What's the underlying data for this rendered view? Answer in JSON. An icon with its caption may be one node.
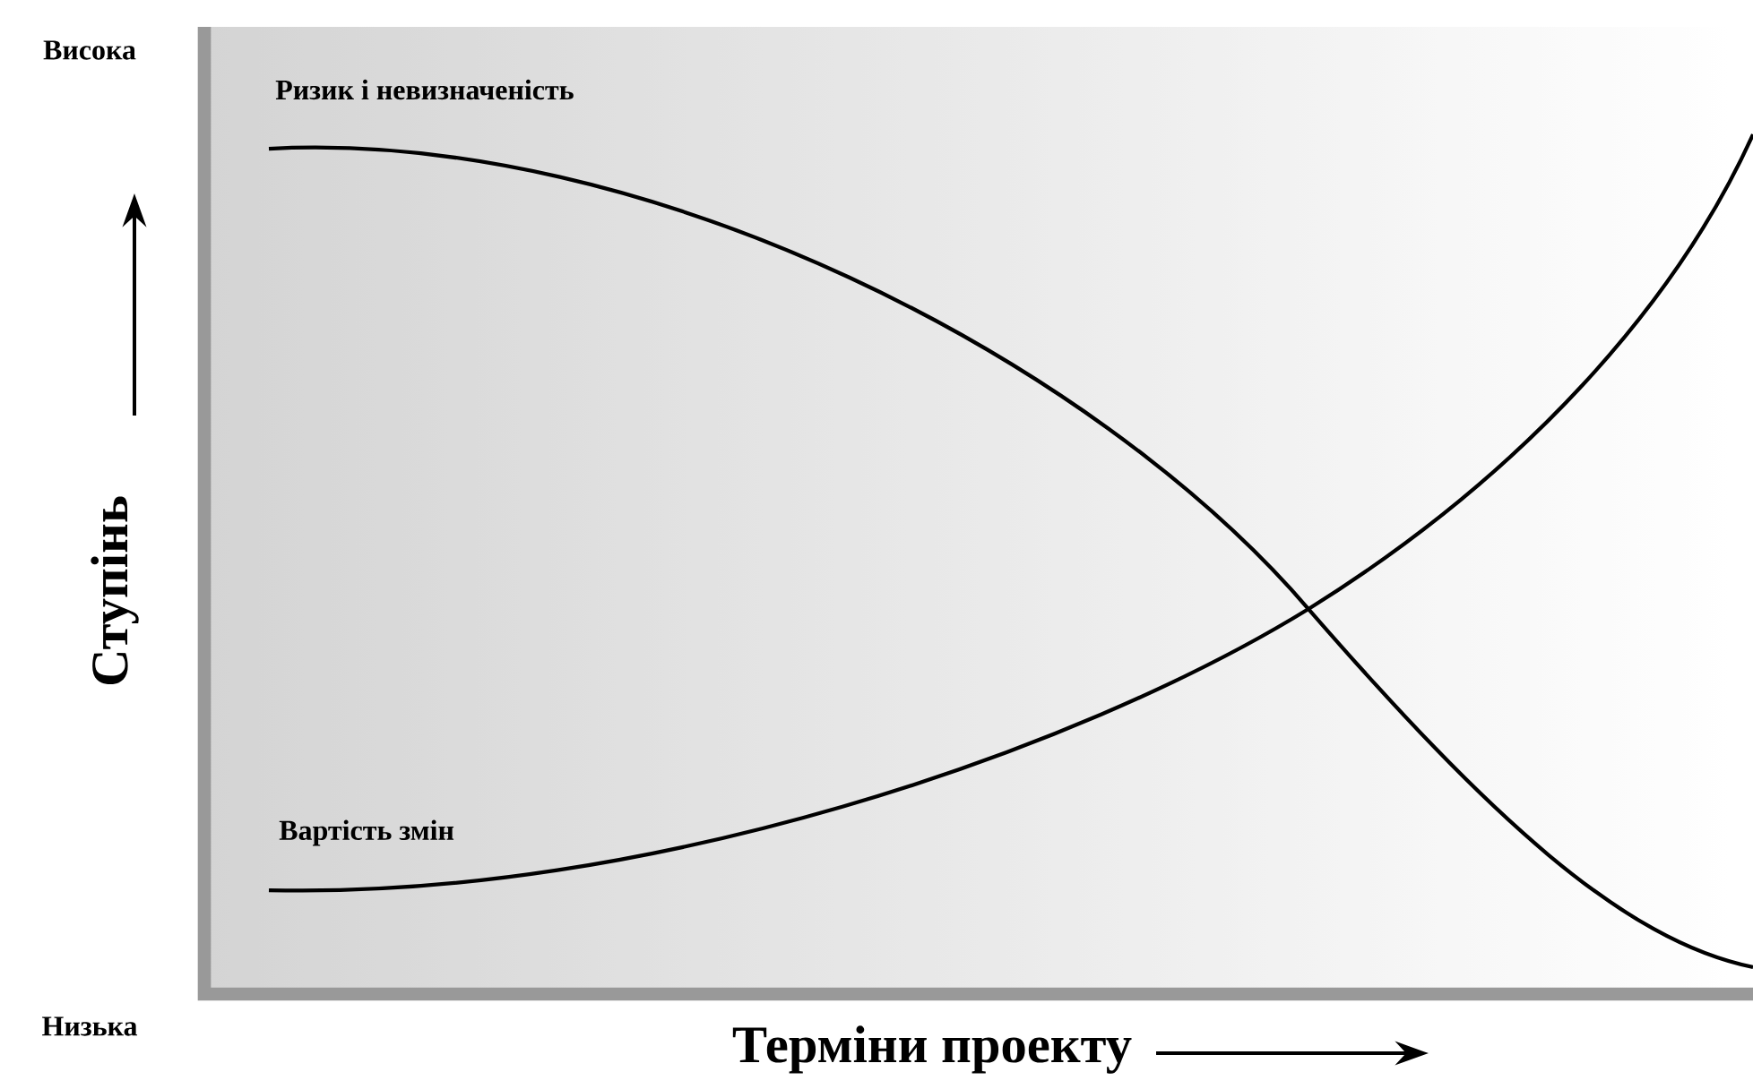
{
  "diagram": {
    "labels": [
      "Висока",
      "Ризик і невизначеність",
      "Ступінь",
      "Вартість змін",
      "Низька",
      "Терміни проекту"
    ]
  }
}
